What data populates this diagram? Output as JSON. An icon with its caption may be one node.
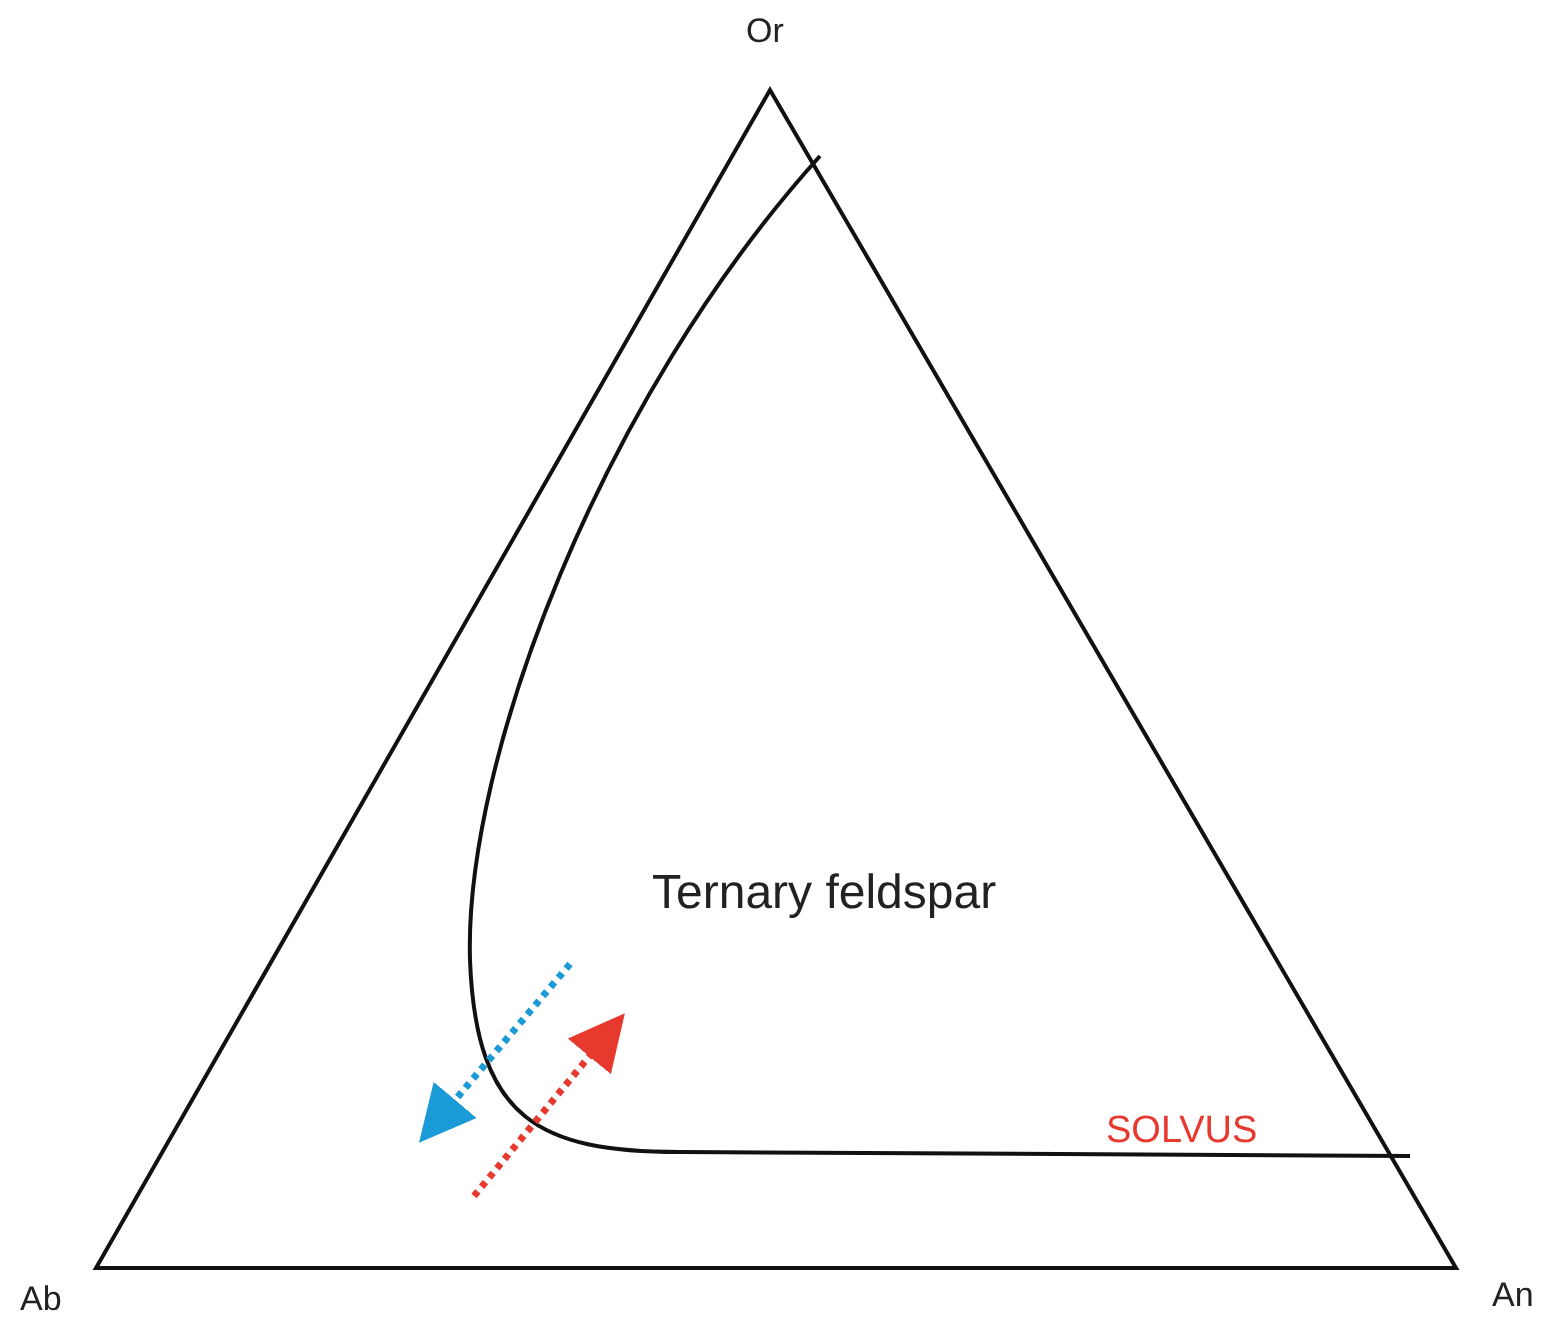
{
  "diagram": {
    "labels": [
      "Or",
      "Ternary feldspar",
      "SOLVUS",
      "Ab",
      "An"
    ]
  }
}
